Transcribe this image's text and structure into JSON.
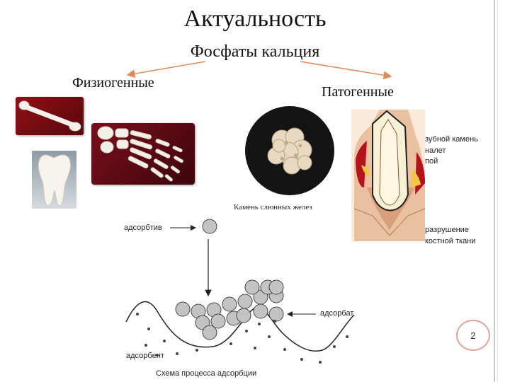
{
  "slide": {
    "title": "Актуальность",
    "subtitle": "Фосфаты кальция",
    "category_left": "Физиогенные",
    "category_right": "Патогенные",
    "page_number": "2"
  },
  "images": {
    "bone_icon": "bone-icon",
    "foot_icon": "foot-skeleton-icon",
    "tooth_icon": "tooth-icon",
    "stone_icon": "salivary-stone-icon",
    "anatomy_icon": "dental-calculus-diagram-icon",
    "stone_caption": "Камень слюнных желез"
  },
  "anatomy_labels": {
    "calculus": "зубной камень",
    "plaque": "налет",
    "layer": "пой",
    "bone_loss_1": "разрушение",
    "bone_loss_2": "костной ткани"
  },
  "adsorption": {
    "adsorptive": "адсорбтив",
    "adsorbate": "адсорбат",
    "adsorbent": "адсорбент",
    "caption": "Схема процесса адсорбции"
  },
  "colors": {
    "arrow": "#e08a5a",
    "molecule_fill": "#c3c3c3",
    "bone_bg": "#8e1117",
    "badge_border": "#e0a49a"
  }
}
